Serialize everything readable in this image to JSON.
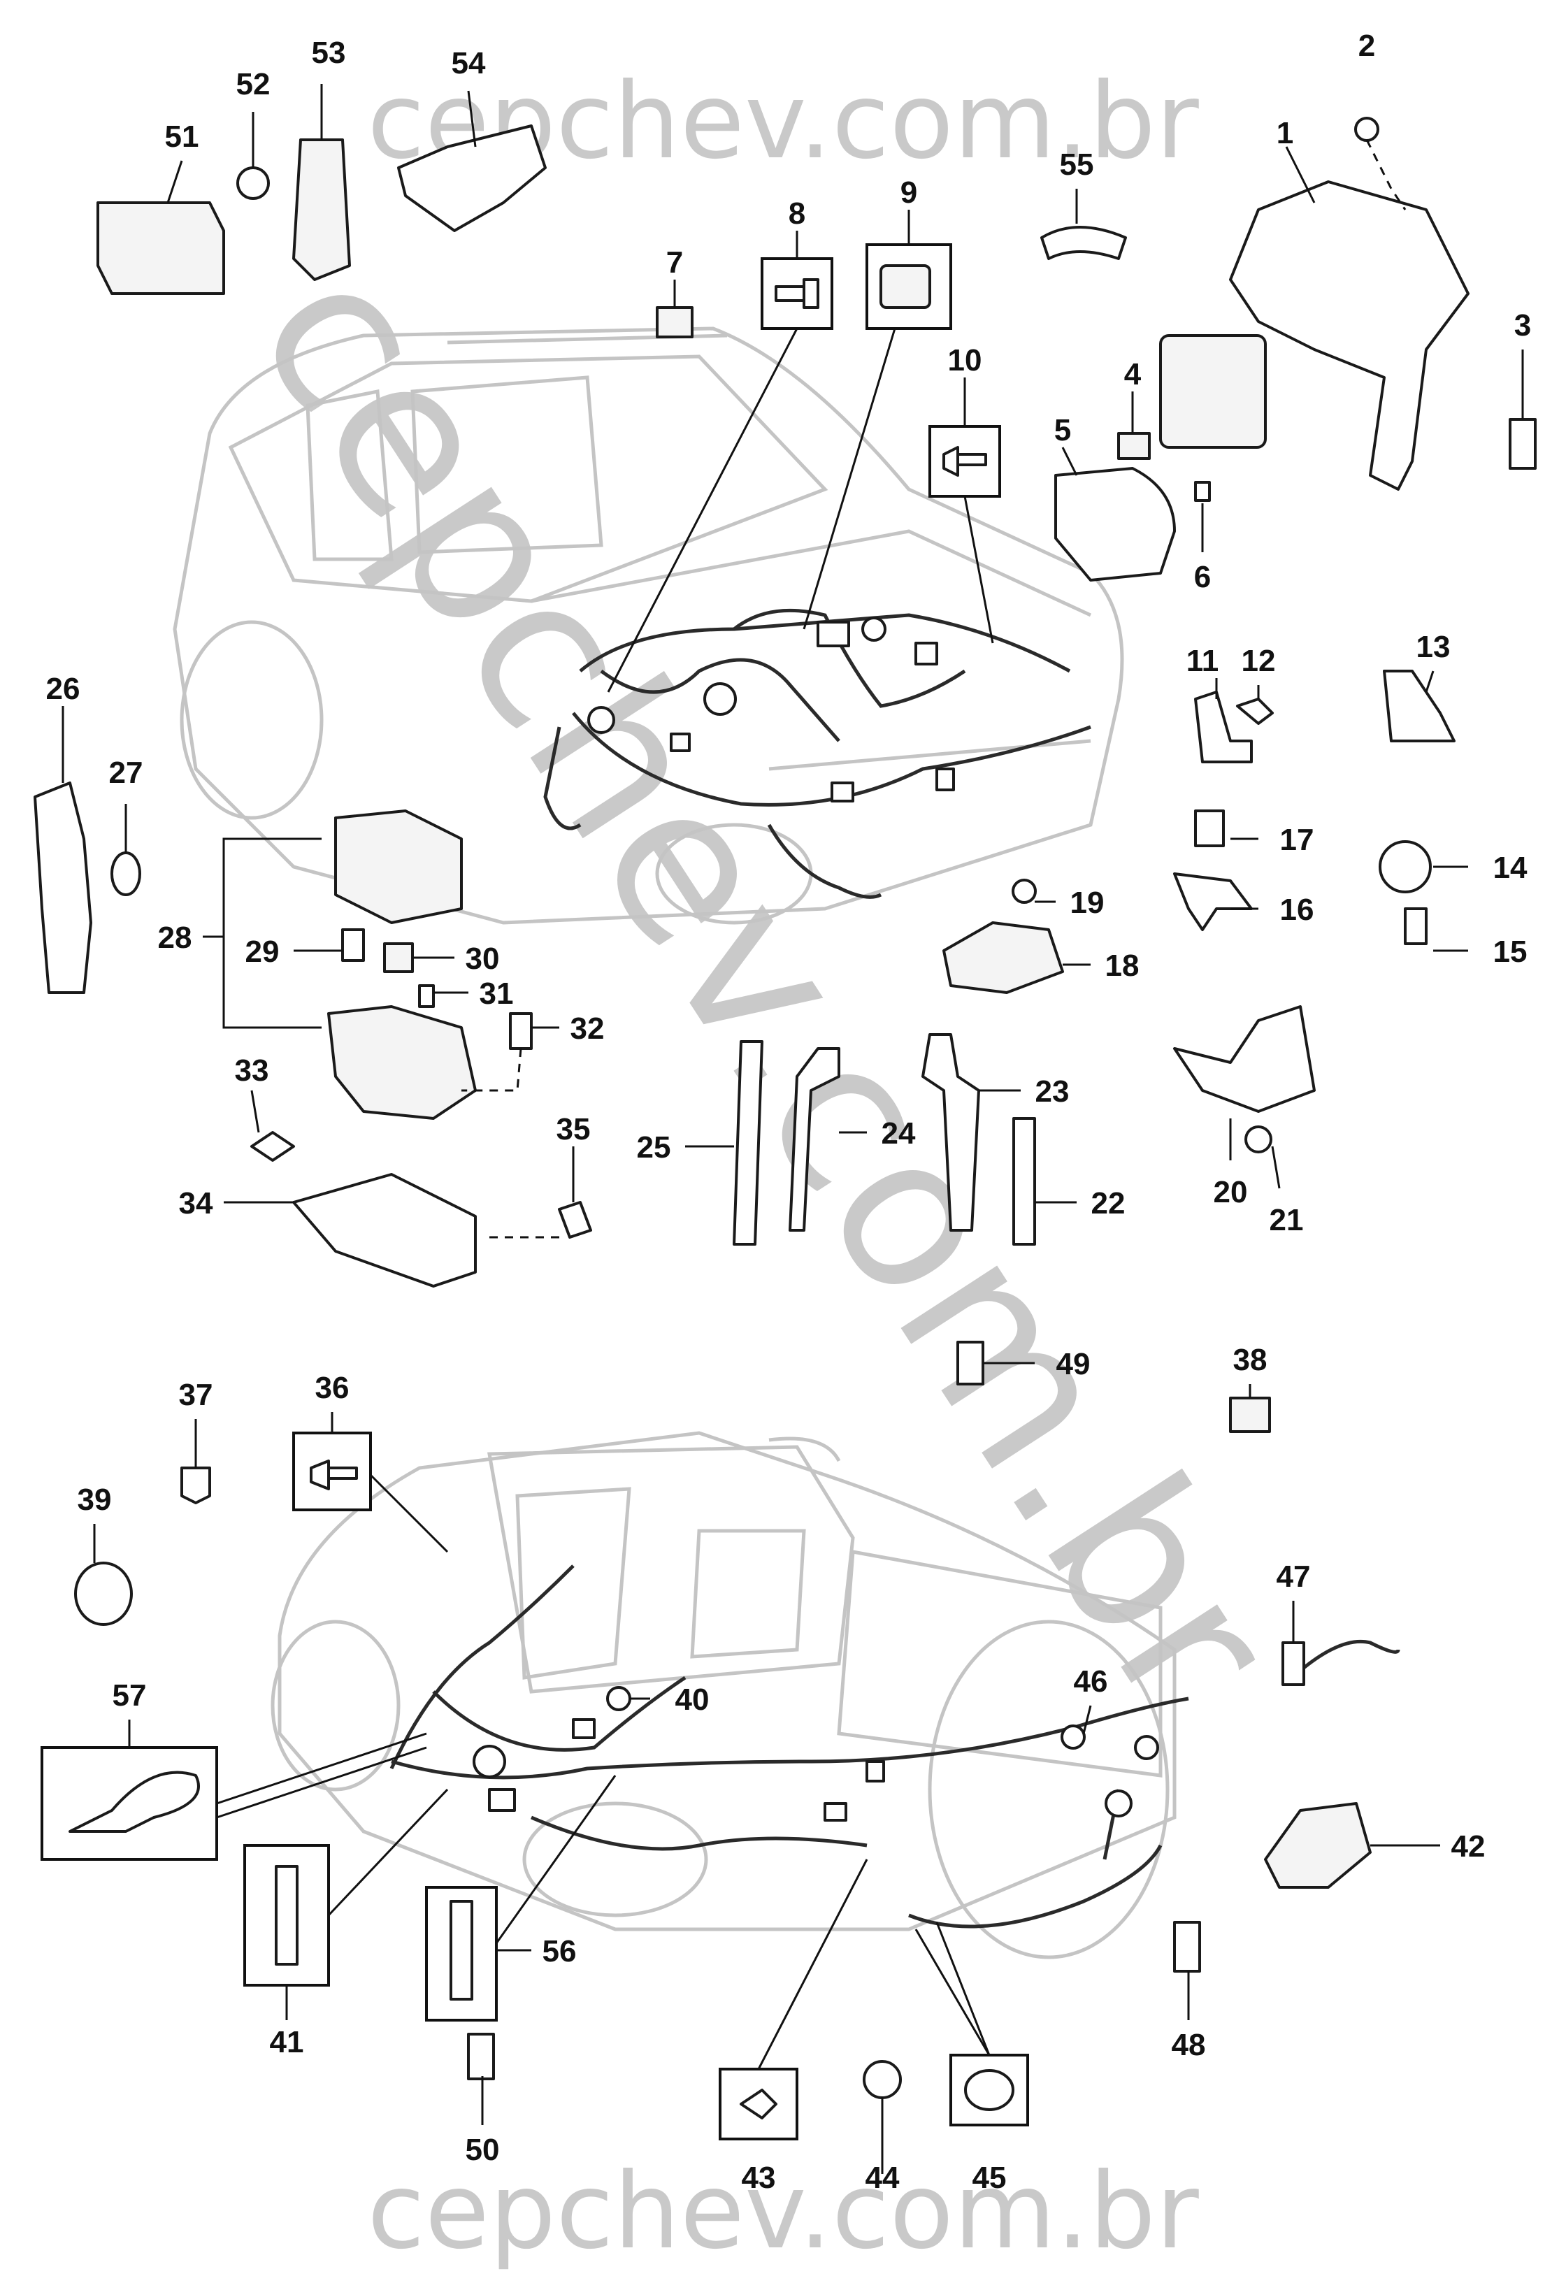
{
  "watermark": {
    "top": "cepchev.com.br",
    "bottom": "cepchev.com.br",
    "diagonal": "cepchev.com.br"
  },
  "callouts": [
    "1",
    "2",
    "3",
    "4",
    "5",
    "6",
    "7",
    "8",
    "9",
    "10",
    "11",
    "12",
    "13",
    "14",
    "15",
    "16",
    "17",
    "18",
    "19",
    "20",
    "21",
    "22",
    "23",
    "24",
    "25",
    "26",
    "27",
    "28",
    "29",
    "30",
    "31",
    "32",
    "33",
    "34",
    "35",
    "36",
    "37",
    "38",
    "39",
    "40",
    "41",
    "42",
    "43",
    "44",
    "45",
    "46",
    "47",
    "48",
    "49",
    "50",
    "51",
    "52",
    "53",
    "54",
    "55",
    "56",
    "57"
  ]
}
